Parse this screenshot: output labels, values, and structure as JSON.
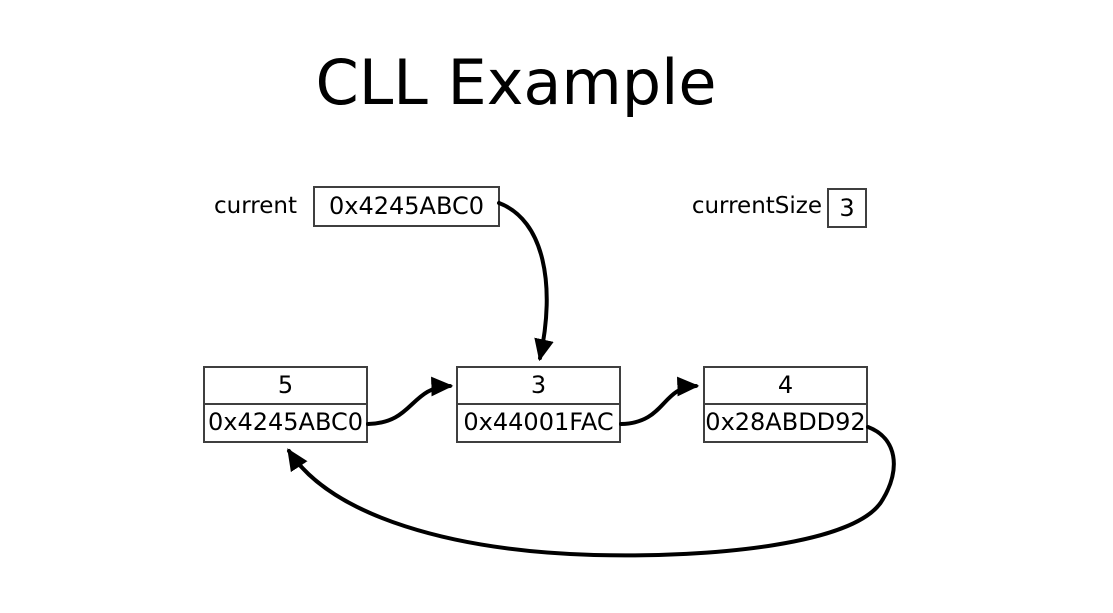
{
  "title": "CLL Example",
  "variables": {
    "current": {
      "label": "current",
      "value": "0x4245ABC0"
    },
    "current_size": {
      "label": "currentSize",
      "value": "3"
    }
  },
  "nodes": [
    {
      "value": "5",
      "address": "0x4245ABC0"
    },
    {
      "value": "3",
      "address": "0x44001FAC"
    },
    {
      "value": "4",
      "address": "0x28ABDD92"
    }
  ],
  "arrows": [
    {
      "name": "current-pointer-arrow",
      "from": "current-box",
      "to": "node-2-top"
    },
    {
      "name": "node-1-next-arrow",
      "from": "node-1-address",
      "to": "node-2-top"
    },
    {
      "name": "node-2-next-arrow",
      "from": "node-2-address",
      "to": "node-3-top"
    },
    {
      "name": "node-3-wraparound-arrow",
      "from": "node-3-address",
      "to": "node-1-bottom"
    }
  ],
  "colors": {
    "arrow": "#000000",
    "box_border": "#3f3f3f",
    "text": "#000000",
    "background": "#ffffff"
  }
}
